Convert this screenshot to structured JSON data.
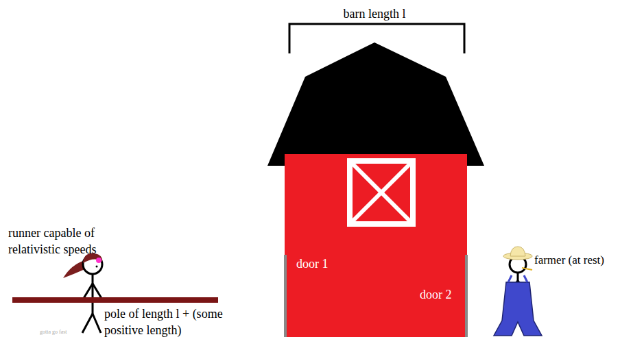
{
  "diagram": {
    "nodes": [
      {
        "text": [
          "door 1",
          "door 2"
        ]
      }
    ],
    "labels": [
      "barn length l",
      "runner capable of relativistic speeds",
      "pole of length l + (some positive length)",
      "farmer (at rest)",
      "gotta go fast"
    ]
  }
}
